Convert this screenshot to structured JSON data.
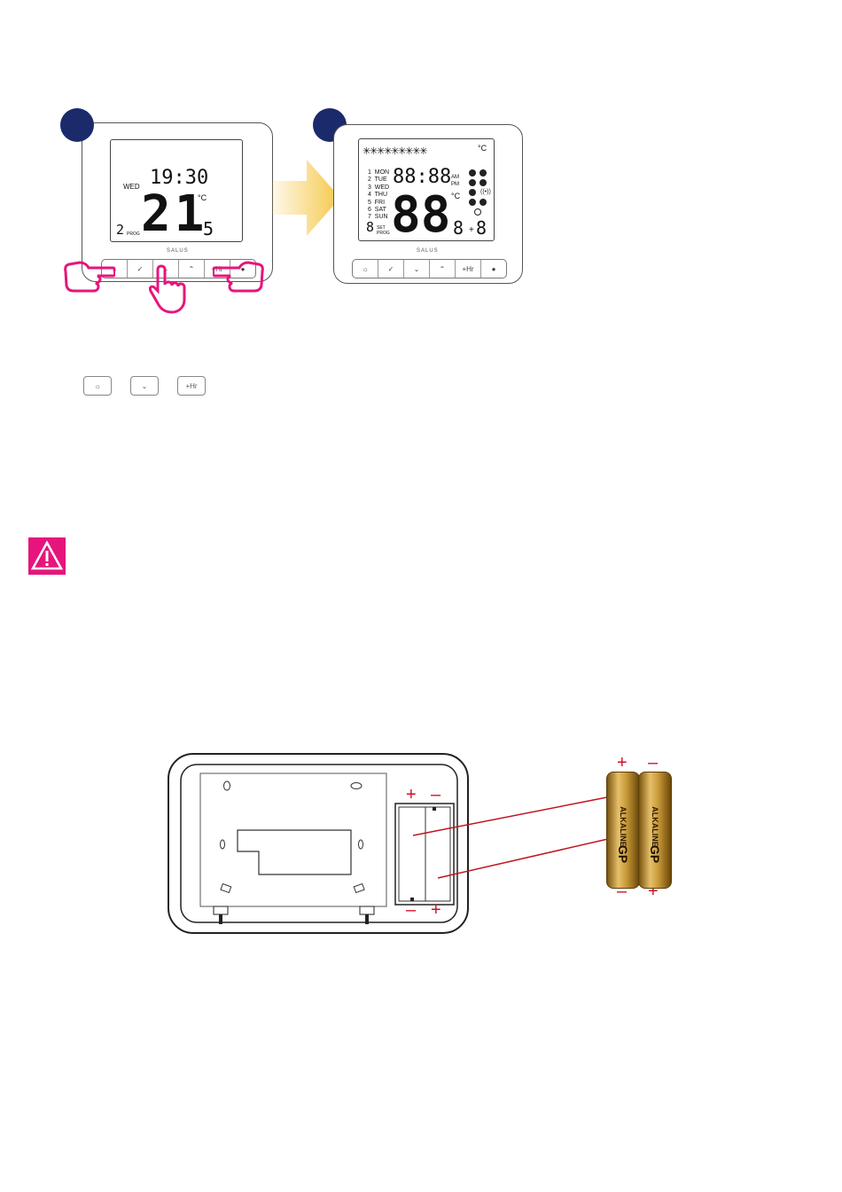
{
  "brand": "SALUS",
  "colors": {
    "step_badge": "#1b2a6b",
    "accent_pink": "#e6157d",
    "arrow_yellow": "#f5c84a",
    "polarity_red": "#d0102a",
    "battery_gold": "#c99a3a"
  },
  "display1": {
    "time": "19:30",
    "day": "WED",
    "temp_main": "21",
    "temp_decimal": "5",
    "unit": "°C",
    "prog_number": "2",
    "prog_label": "PROG"
  },
  "display2": {
    "segments_top": "✳✳✳✳✳✳✳✳✳",
    "unit_top": "°C",
    "days": [
      "1  MON",
      "2  TUE",
      "3  WED",
      "4  THU",
      "5  FRI",
      "6  SAT",
      "7  SUN"
    ],
    "clock": "88:88",
    "am": "AM",
    "pm": "PM",
    "temp_main": "88",
    "temp_decimal": "8",
    "unit": "°C",
    "plus": "+",
    "plus_digit": "8",
    "set_digit": "8",
    "set_label": "SET",
    "prog_label": "PROG"
  },
  "buttons": [
    {
      "name": "settings",
      "label": "",
      "icon": "gear-icon"
    },
    {
      "name": "confirm",
      "label": "",
      "icon": "check-icon"
    },
    {
      "name": "down",
      "label": "",
      "icon": "chevron-down-icon"
    },
    {
      "name": "up",
      "label": "",
      "icon": "chevron-up-icon"
    },
    {
      "name": "plus-hour",
      "label": "+Hr",
      "icon": ""
    },
    {
      "name": "info",
      "label": "",
      "icon": "info-icon"
    }
  ],
  "legend": {
    "plus_hour": "+Hr"
  },
  "battery": {
    "plus": "+",
    "minus": "–",
    "brand_mark": "GP",
    "text": "ALKALINE"
  }
}
